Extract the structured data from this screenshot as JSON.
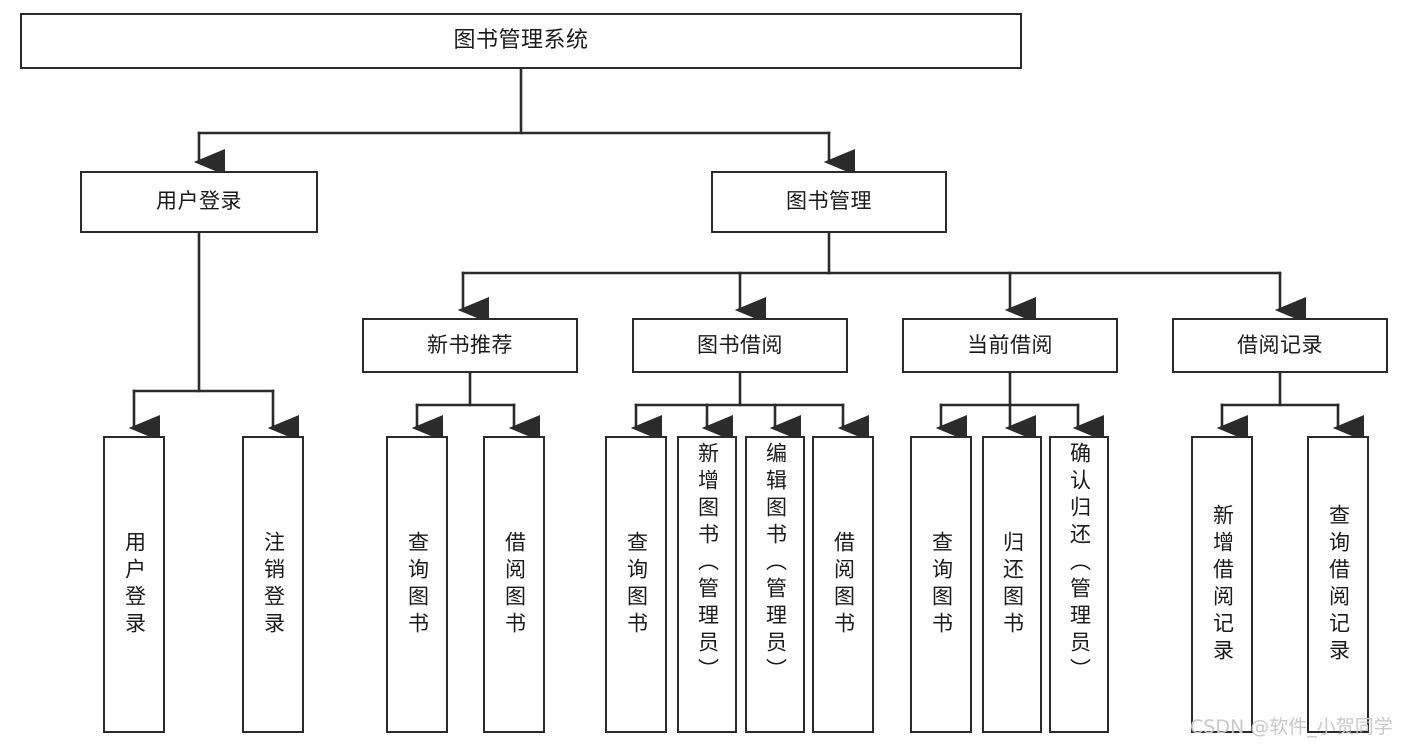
{
  "diagram": {
    "title": "图书管理系统",
    "type": "hierarchy-tree",
    "orientation": "top-down",
    "stroke_color": "#2b2b2b",
    "fill_color": "#ffffff",
    "text_color": "#1b1b1b"
  },
  "nodes": {
    "root": {
      "label": "图书管理系统",
      "level": 1
    },
    "l2": [
      {
        "label": "用户登录",
        "level": 2
      },
      {
        "label": "图书管理",
        "level": 2
      }
    ],
    "l3": [
      {
        "label": "新书推荐",
        "level": 3
      },
      {
        "label": "图书借阅",
        "level": 3
      },
      {
        "label": "当前借阅",
        "level": 3
      },
      {
        "label": "借阅记录",
        "level": 3
      }
    ],
    "leaves": {
      "user_login": [
        {
          "label": "用户登录"
        },
        {
          "label": "注销登录"
        }
      ],
      "new_book_recommend": [
        {
          "label": "查询图书"
        },
        {
          "label": "借阅图书"
        }
      ],
      "book_borrow": [
        {
          "label": "查询图书"
        },
        {
          "label": "新增图书（管理员）"
        },
        {
          "label": "编辑图书（管理员）"
        },
        {
          "label": "借阅图书"
        }
      ],
      "current_borrow": [
        {
          "label": "查询图书"
        },
        {
          "label": "归还图书"
        },
        {
          "label": "确认归还（管理员）"
        }
      ],
      "borrow_record": [
        {
          "label": "新增借阅记录"
        },
        {
          "label": "查询借阅记录"
        }
      ]
    }
  },
  "watermark": {
    "text": "CSDN @软件_小贺同学"
  }
}
